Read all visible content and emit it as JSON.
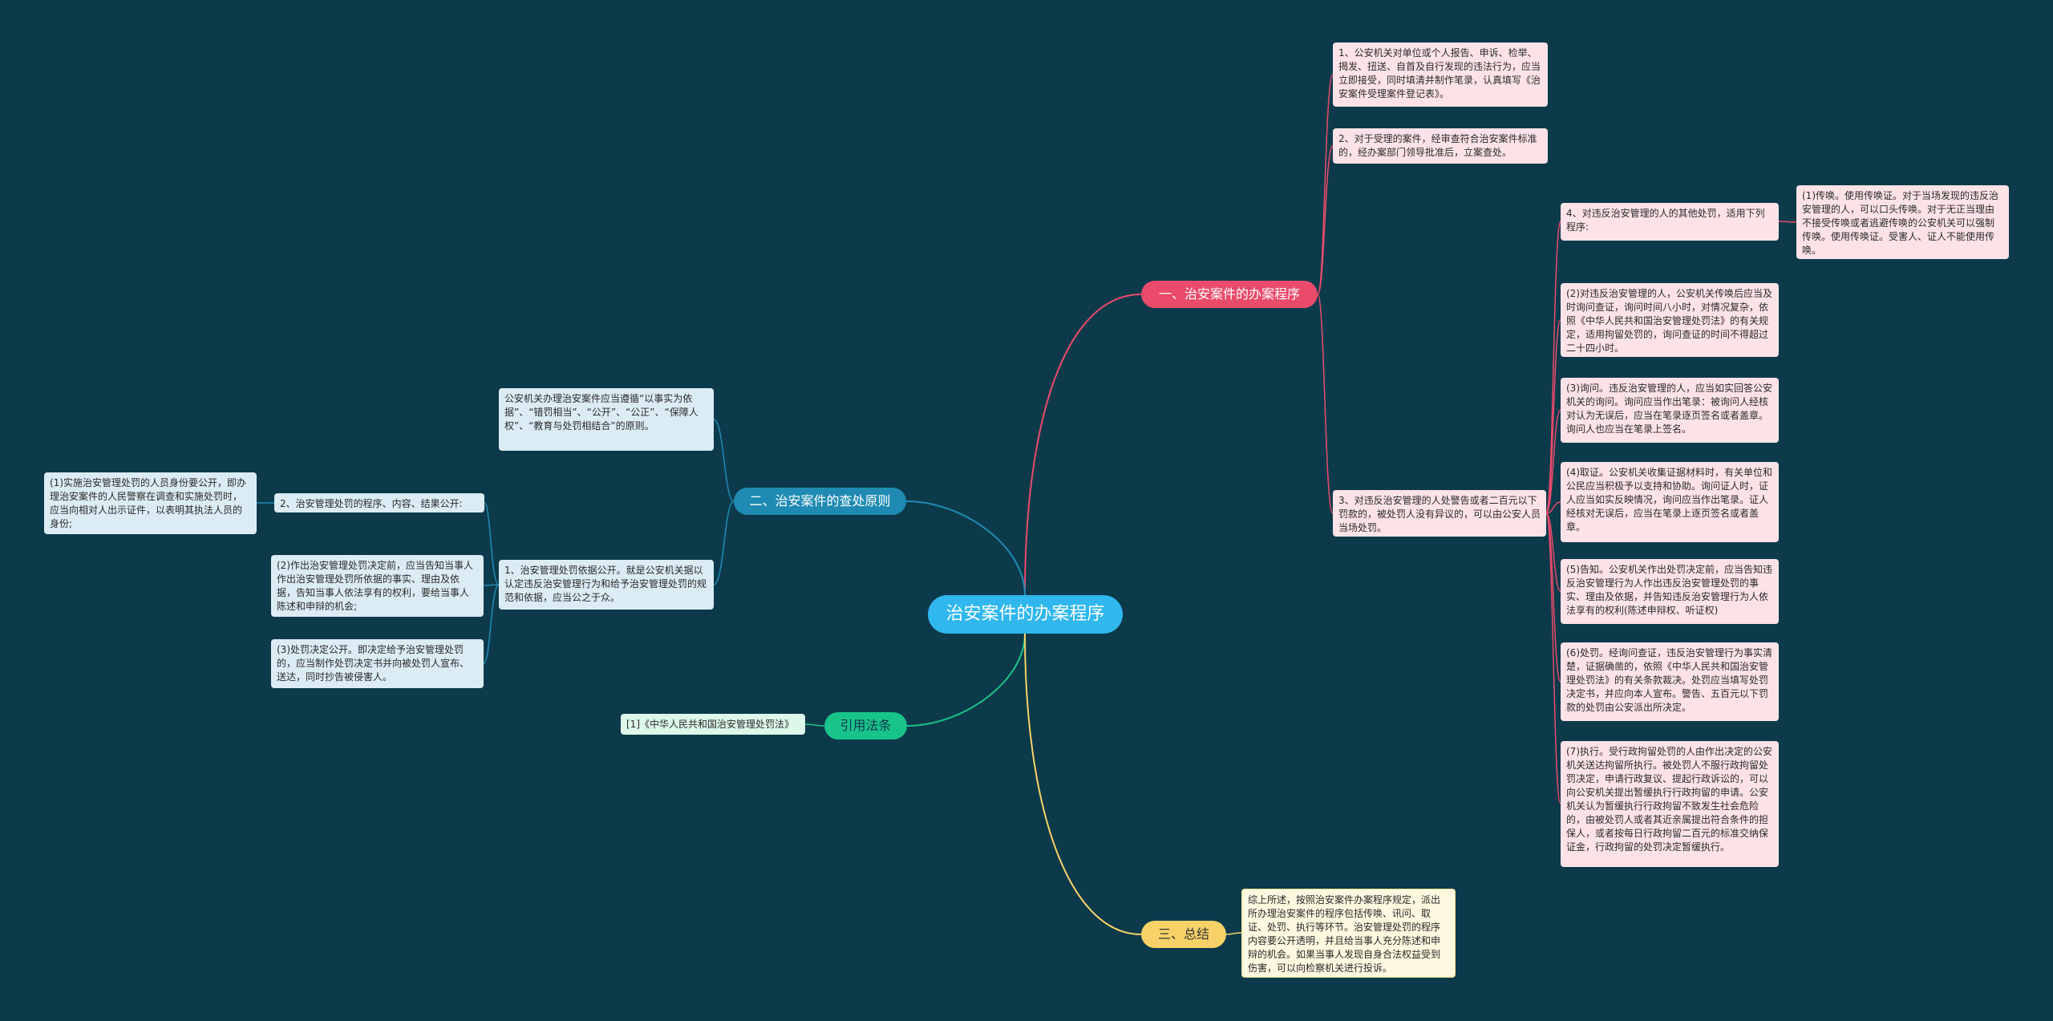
{
  "root": {
    "label": "治安案件的办案程序"
  },
  "branches": {
    "b1": {
      "label": "一、治安案件的办案程序"
    },
    "b2": {
      "label": "二、治安案件的查处原则"
    },
    "b3": {
      "label": "引用法条"
    },
    "b4": {
      "label": "三、总结"
    }
  },
  "cards": {
    "c11": "1、公安机关对单位或个人报告、申诉、检举、揭发、扭送、自首及自行发现的违法行为，应当立即接受，同时填清并制作笔录，认真填写《治安案件受理案件登记表》。",
    "c12": "2、对于受理的案件，经审查符合治安案件标准的，经办案部门领导批准后，立案查处。",
    "c13": "3、对违反治安管理的人处警告或者二百元以下罚款的，被处罚人没有异议的，可以由公安人员当场处罚。",
    "c14": "4、对违反治安管理的人的其他处罚，适用下列程序:",
    "c141": "(1)传唤。使用传唤证。对于当场发现的违反治安管理的人，可以口头传唤。对于无正当理由不接受传唤或者逃避传唤的公安机关可以强制传唤。使用传唤证。受害人、证人不能使用传唤。",
    "c131": "(2)对违反治安管理的人，公安机关传唤后应当及时询问查证，询问时间八小时，对情况复杂，依照《中华人民共和国治安管理处罚法》的有关规定，适用拘留处罚的，询问查证的时间不得超过二十四小时。",
    "c132": "(3)询问。违反治安管理的人，应当如实回答公安机关的询问。询问应当作出笔录：被询问人经核对认为无误后，应当在笔录逐页签名或者盖章。询问人也应当在笔录上签名。",
    "c133": "(4)取证。公安机关收集证据材料时，有关单位和公民应当积极予以支持和协助。询问证人时，证人应当如实反映情况，询问应当作出笔录。证人经核对无误后，应当在笔录上逐页签名或者盖章。",
    "c134": "(5)告知。公安机关作出处罚决定前，应当告知违反治安管理行为人作出违反治安管理处罚的事实、理由及依据，并告知违反治安管理行为人依法享有的权利(陈述申辩权、听证权)",
    "c135": "(6)处罚。经询问查证，违反治安管理行为事实清楚，证据确凿的，依照《中华人民共和国治安管理处罚法》的有关条款裁决。处罚应当填写处罚决定书，并应向本人宣布。警告、五百元以下罚款的处罚由公安派出所决定。",
    "c136": "(7)执行。受行政拘留处罚的人由作出决定的公安机关送达拘留所执行。被处罚人不服行政拘留处罚决定，申请行政复议、提起行政诉讼的，可以向公安机关提出暂缓执行行政拘留的申请。公安机关认为暂缓执行行政拘留不致发生社会危险的，由被处罚人或者其近亲属提出符合条件的担保人，或者按每日行政拘留二百元的标准交纳保证金，行政拘留的处罚决定暂缓执行。",
    "c21": "公安机关办理治安案件应当遵循“以事实为依据”、“错罚相当”、“公开”、“公正”、“保障人权”、“教育与处罚相结合”的原则。",
    "c22": "1、治安管理处罚依据公开。就是公安机关据以认定违反治安管理行为和给予治安管理处罚的规范和依据，应当公之于众。",
    "c221": "2、治安管理处罚的程序、内容、结果公开:",
    "c222": "(1)实施治安管理处罚的人员身份要公开，即办理治安案件的人民警察在调查和实施处罚时，应当向相对人出示证件，以表明其执法人员的身份;",
    "c223": "(2)作出治安管理处罚决定前，应当告知当事人作出治安管理处罚所依据的事实、理由及依据，告知当事人依法享有的权利，要给当事人陈述和申辩的机会;",
    "c224": "(3)处罚决定公开。即决定给予治安管理处罚的，应当制作处罚决定书并向被处罚人宣布、送达，同时抄告被侵害人。",
    "c31": "[1]《中华人民共和国治安管理处罚法》",
    "c41": "综上所述，按照治安案件办案程序规定，派出所办理治安案件的程序包括传唤、讯问、取证、处罚、执行等环节。治安管理处罚的程序内容要公开透明，并且给当事人充分陈述和申辩的机会。如果当事人发现自身合法权益受到伤害，可以向检察机关进行投诉。"
  },
  "colors": {
    "background": "#0c3a4b",
    "root": "#2fb7ee",
    "branch1": "#ea4b6b",
    "branch2": "#1f8bb3",
    "branch3": "#19c48a",
    "branch4": "#f7d268"
  }
}
